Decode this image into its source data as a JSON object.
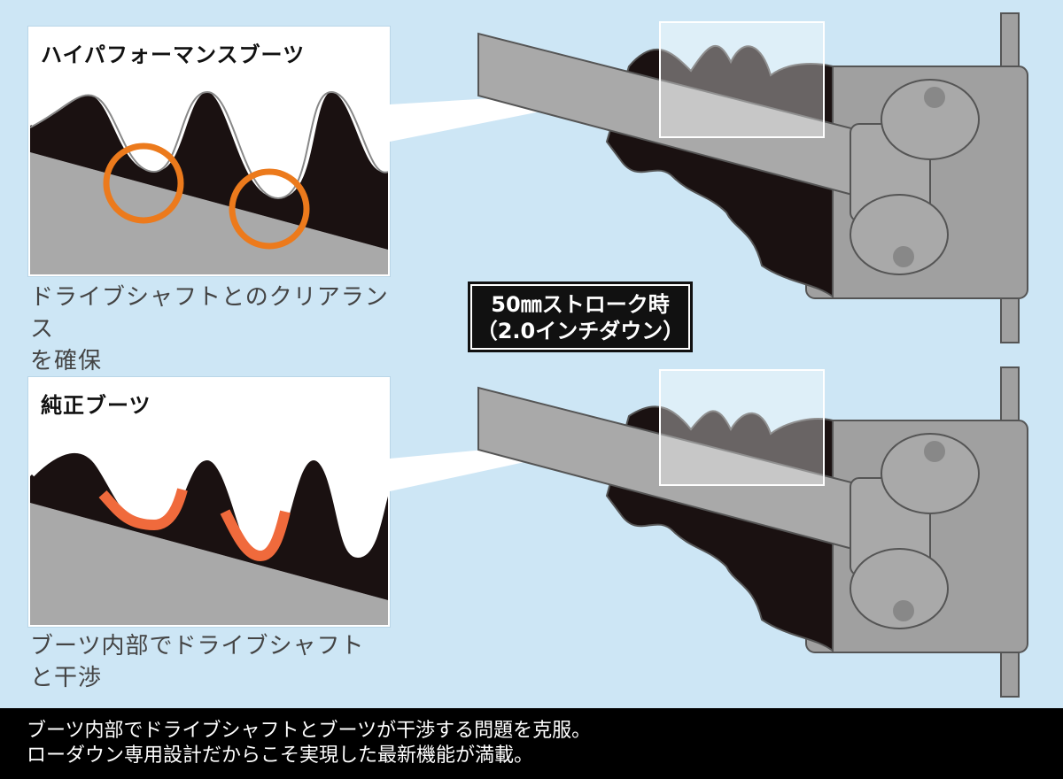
{
  "panels": {
    "high_performance": {
      "title": "ハイパフォーマンスブーツ",
      "caption_line1": "ドライブシャフトとのクリアランス",
      "caption_line2": "を確保"
    },
    "stock": {
      "title": "純正ブーツ",
      "caption_line1": "ブーツ内部でドライブシャフト",
      "caption_line2": "と干渉"
    }
  },
  "badge": {
    "line1": "50㎜ストローク時",
    "line2": "（2.0インチダウン）"
  },
  "footer": {
    "line1": "ブーツ内部でドライブシャフトとブーツが干渉する問題を克服。",
    "line2": "ローダウン専用設計だからこそ実現した最新機能が満載。"
  },
  "colors": {
    "background": "#cde6f5",
    "boot": "#1a1111",
    "shaft": "#a9a9a9",
    "highlight_ring": "#ec7a1c",
    "interference": "#f06a3c"
  }
}
